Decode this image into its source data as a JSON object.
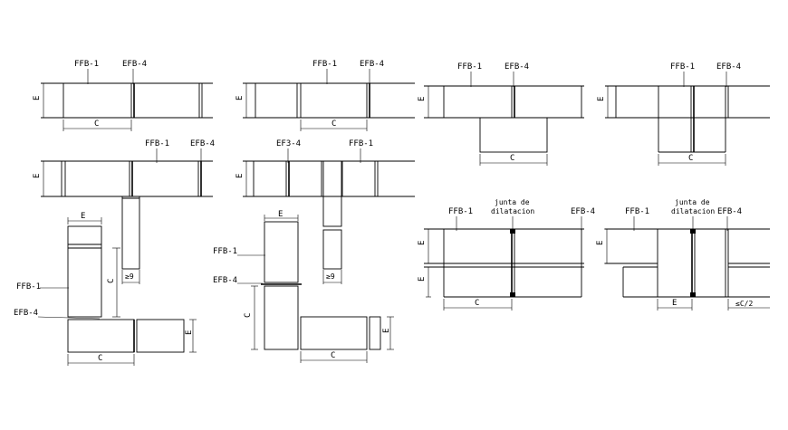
{
  "colors": {
    "background": "#ffffff",
    "line": "#000000"
  },
  "labels": {
    "ffb1": "FFB-1",
    "efb4": "EFB-4",
    "efb4_alt": "EF3-4",
    "e": "E",
    "c": "C",
    "ge9": "≥9",
    "c2": "≤C/2",
    "junta_line1": "junta de",
    "junta_line2": "dilatacion"
  }
}
